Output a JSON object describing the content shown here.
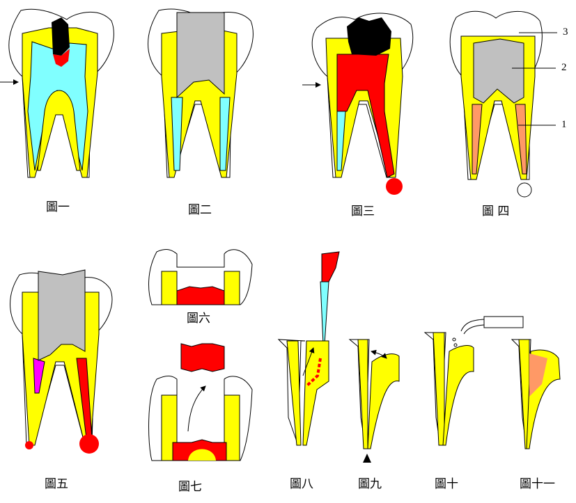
{
  "figures": [
    {
      "caption": "圖一"
    },
    {
      "caption": "圖二"
    },
    {
      "caption": "圖三"
    },
    {
      "caption": "圖 四"
    },
    {
      "caption": "圖五"
    },
    {
      "caption": "圖六"
    },
    {
      "caption": "圖七"
    },
    {
      "caption": "圖八"
    },
    {
      "caption": "圖九"
    },
    {
      "caption": "圖十"
    },
    {
      "caption": "圖十一"
    }
  ],
  "callouts": [
    "3",
    "2",
    "1"
  ],
  "colors": {
    "dentin": "#FFFF00",
    "pulp": "#80FFFF",
    "filling": "#C0C0C0",
    "decay": "#000000",
    "infection": "#FF0000",
    "root_filling": "#FF9966",
    "irritant": "#FF00FF"
  }
}
